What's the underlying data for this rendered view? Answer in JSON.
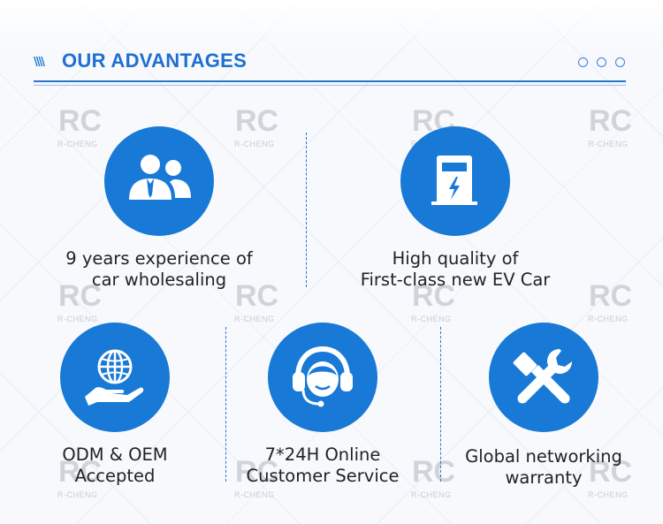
{
  "header": {
    "title": "OUR ADVANTAGES"
  },
  "watermark": {
    "logo_letters": "RC",
    "logo_name": "R-CHENG"
  },
  "colors": {
    "accent": "#1f6fd1",
    "circle": "#1879d6",
    "text": "#222222"
  },
  "advantages": [
    {
      "icon": "people-icon",
      "line1": "9 years experience of",
      "line2": "car wholesaling"
    },
    {
      "icon": "ev-charger-icon",
      "line1": "High quality of",
      "line2": "First-class new EV Car"
    },
    {
      "icon": "globe-hand-icon",
      "line1": "ODM & OEM",
      "line2": "Accepted"
    },
    {
      "icon": "headset-icon",
      "line1": "7*24H Online",
      "line2": "Customer Service"
    },
    {
      "icon": "tools-icon",
      "line1": "Global networking",
      "line2": "warranty"
    }
  ]
}
